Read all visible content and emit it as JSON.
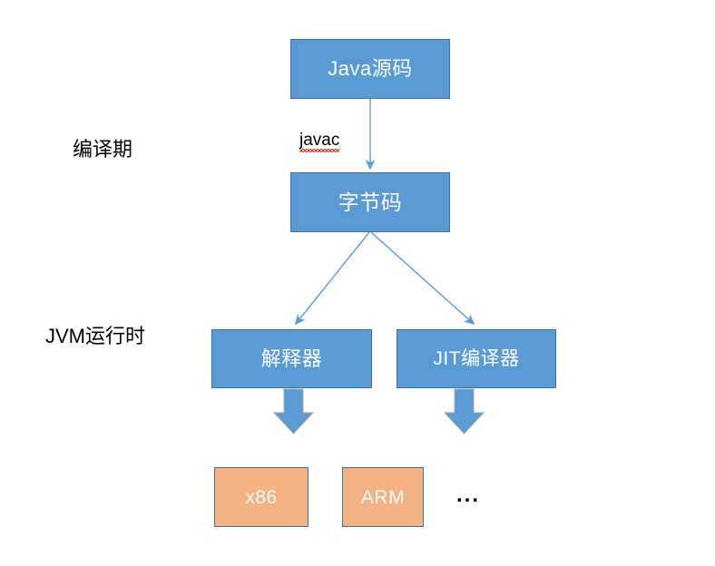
{
  "diagram": {
    "title_text": "Java源码",
    "phases": {
      "compile_label": "编译期",
      "runtime_label": "JVM运行时"
    },
    "nodes": {
      "java_source": "Java源码",
      "bytecode": "字节码",
      "interpreter": "解释器",
      "jit_compiler": "JIT编译器",
      "target_x86": "x86",
      "target_arm": "ARM",
      "target_more": "..."
    },
    "edges": {
      "javac_label": "javac"
    },
    "colors": {
      "process_fill": "#5b9bd5",
      "process_stroke": "#41719c",
      "target_fill": "#f4b183",
      "target_stroke": "#41719c",
      "connector": "#5b9bd5",
      "divider": "#5b9bd5",
      "arrow_outline": "#a6a6a6",
      "spellcheck_underline": "#e03030",
      "text_on_fill": "#ffffff",
      "text_plain": "#000000",
      "background": "#ffffff"
    }
  }
}
